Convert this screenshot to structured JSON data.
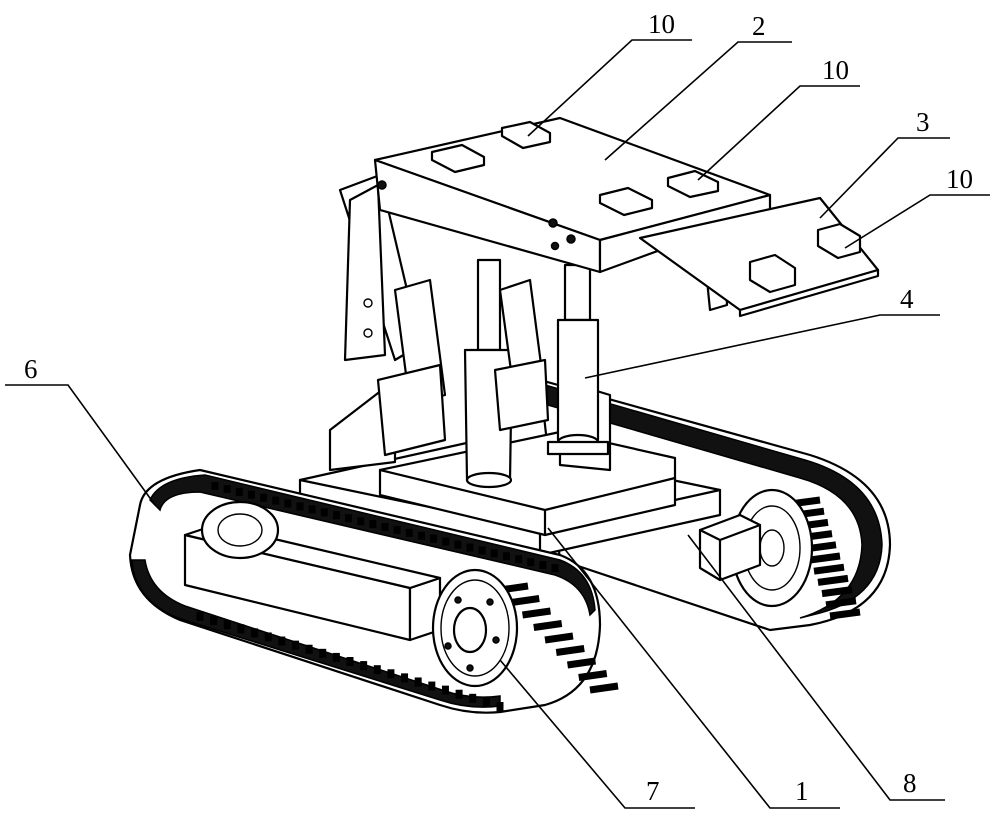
{
  "callouts": [
    {
      "id": "c10a",
      "text": "10"
    },
    {
      "id": "c2",
      "text": "2"
    },
    {
      "id": "c10b",
      "text": "10"
    },
    {
      "id": "c3",
      "text": "3"
    },
    {
      "id": "c10c",
      "text": "10"
    },
    {
      "id": "c4",
      "text": "4"
    },
    {
      "id": "c6",
      "text": "6"
    },
    {
      "id": "c7",
      "text": "7"
    },
    {
      "id": "c1",
      "text": "1"
    },
    {
      "id": "c8",
      "text": "8"
    }
  ]
}
